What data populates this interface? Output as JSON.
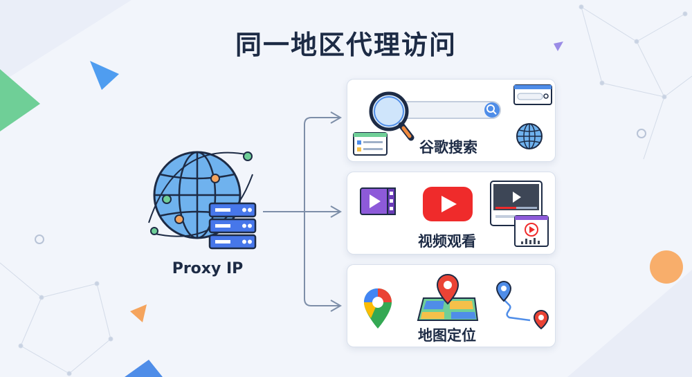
{
  "title": "同一地区代理访问",
  "proxy": {
    "label": "Proxy IP"
  },
  "cards": [
    {
      "label": "谷歌搜索",
      "icons": [
        "magnifier-icon",
        "search-bar-icon",
        "browser-window-icon",
        "browser-search-icon",
        "globe-icon"
      ]
    },
    {
      "label": "视频观看",
      "icons": [
        "video-file-icon",
        "youtube-icon",
        "video-player-icon",
        "audio-video-icon"
      ]
    },
    {
      "label": "地图定位",
      "icons": [
        "google-maps-pin-icon",
        "map-icon",
        "route-icon"
      ]
    }
  ],
  "colors": {
    "title": "#1d2b45",
    "globe": "#5fa8e8",
    "server": "#3f6ee8",
    "youtube": "#ef2b2b",
    "arrow": "#7d8ea8"
  }
}
